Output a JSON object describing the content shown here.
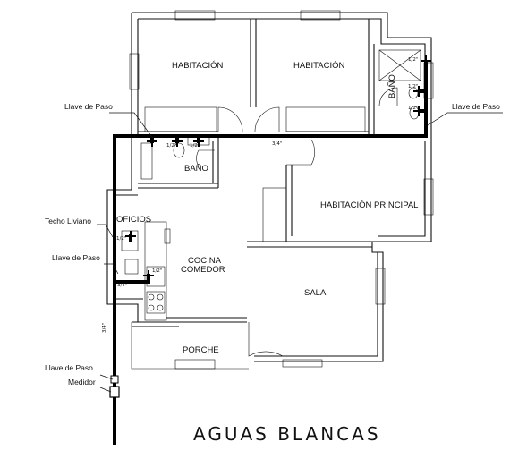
{
  "title": "AGUAS BLANCAS",
  "rooms": {
    "habitacion_1": "HABITACIÓN",
    "habitacion_2": "HABITACIÓN",
    "bano_top": "BAÑO",
    "bano_mid": "BAÑO",
    "habitacion_principal": "HABITACIÓN PRINCIPAL",
    "oficios": "OFICIOS",
    "cocina_line1": "COCINA",
    "cocina_line2": "COMEDOR",
    "sala": "SALA",
    "porche": "PORCHE"
  },
  "callouts": {
    "llave_paso_left_top": "Llave de Paso",
    "llave_paso_right": "Llave de Paso",
    "techo_liviano": "Techo Liviano",
    "llave_paso_left_mid": "Llave de Paso",
    "llave_paso_bottom": "Llave de Paso.",
    "medidor": "Medidor"
  },
  "pipe_sizes": {
    "main_corridor": "3/4\"",
    "kitchen": "3/4\"",
    "riser": "3/4\""
  },
  "fixture_sizes": {
    "shower_top": "1/2\"",
    "sink_top": "1/2\"",
    "wc_top": "1/2\"",
    "bano_sink": "1/2\"",
    "bano_wc": "1/2\"",
    "oficios_tap": "1/2\"",
    "kitchen_sink": "1/2\""
  }
}
